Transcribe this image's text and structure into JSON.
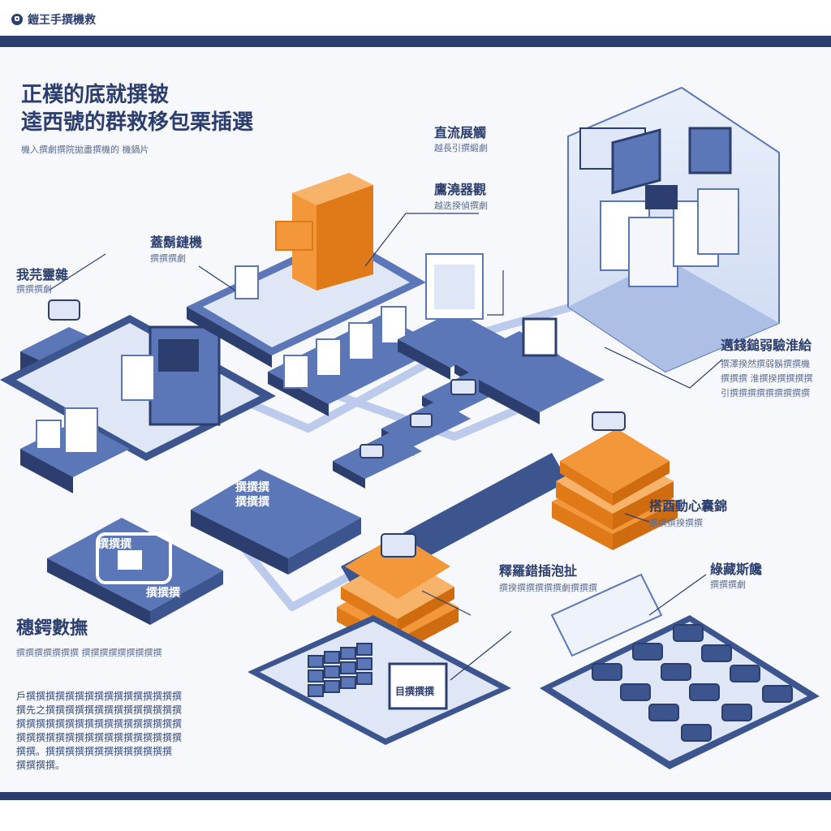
{
  "brand": {
    "title": "鎧王手撰機救"
  },
  "heading": {
    "line1": "正樸的底就撰铍",
    "line2": "逵西號的群救移包栗插選",
    "sub": "機入撰劇撰院拋盡撰機的 機鍋片"
  },
  "labels": {
    "right_top": {
      "title": "直流展觸",
      "sub": "越長引撰緞劇"
    },
    "right_mid": {
      "title": "鷹澆器觀",
      "sub": "越迭揆偵撰劇"
    },
    "left_top": {
      "title": "我芫靈雜",
      "sub": "撰撰撰劇"
    },
    "center_top": {
      "title": "蓋鬍鏈機",
      "sub": "撰撰撰劇"
    },
    "right_panel": {
      "title": "邁錢鎚弱驗淮給",
      "sub1": "撰澤揆然撰弱鬍撰撰機",
      "sub2": "撰撰撰 淮撰揆撰撰撰撰",
      "sub3": "引撰撰撰撰撰撰撰撰撰"
    },
    "right_stack": {
      "title": "搭酉動心囊錦",
      "sub": "撰撰撰揆撰撰"
    },
    "center_stack": {
      "title": "釋羅錯插泡扯",
      "sub": "撰揆撰撰撰撰撰劇撰撰撰"
    },
    "right_bottom": {
      "title": "綠藏斯饞",
      "sub": "撰撰撰劇"
    },
    "left_bottom": {
      "title": "穗鍔數撫",
      "sub": "撰撰撰撰撰撰撰 撰撰撰撰撰撰撰撰撰"
    }
  },
  "tiles": {
    "center_block": {
      "line1": "撰撰撰",
      "line2": "撰撰撰"
    },
    "left_block": {
      "top": "撰撰撰",
      "bottom": "撰撰撰"
    },
    "screen_text": "目撰撰撰"
  },
  "paragraph": [
    "戶撰撰撰撰撰撰撰撰撰撰撰撰撰撰撰撰",
    "撰先之撰撰撰撰撰撰撰撰撰撰撰撰撰撰",
    "撰撰撰撰撰撰撰撰撰撰撰撰撰撰撰撰撰",
    "撰撰撰撰撰撰撰撰撰撰撰撰撰撰撰撰撰",
    "撰撰。撰撰撰撰撰撰撰撰撰撰撰撰撰",
    "撰撰撰撰。"
  ],
  "colors": {
    "navy": "#2c3e6e",
    "blue": "#5b77b8",
    "light": "#dfe6f6",
    "orange": "#f2973a",
    "orange_dark": "#e07a18"
  }
}
